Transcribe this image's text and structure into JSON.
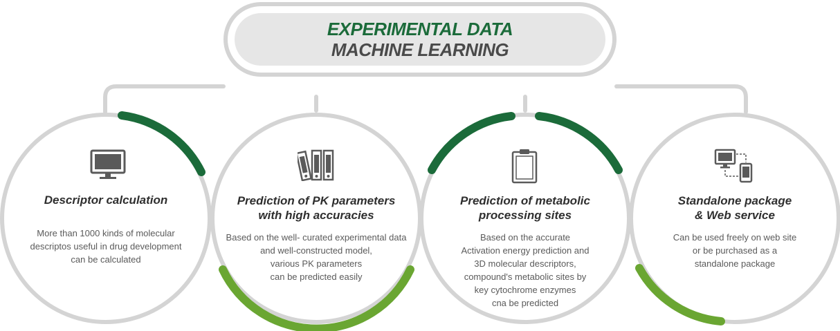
{
  "header": {
    "line1": "EXPERIMENTAL DATA",
    "line2": "MACHINE LEARNING"
  },
  "colors": {
    "dark_green": "#1b6b3a",
    "light_green": "#6aa632",
    "gray_ring": "#d4d4d4",
    "header_fill": "#e6e6e6",
    "icon_gray": "#5a5a5a"
  },
  "cards": [
    {
      "icon": "monitor-icon",
      "title": "Descriptor calculation",
      "description": "More than 1000 kinds of molecular\ndescriptos useful in drug development\ncan be calculated"
    },
    {
      "icon": "binders-icon",
      "title": "Prediction of PK parameters\nwith high accuracies",
      "description": "Based on the well- curated experimental data\nand well-constructed model,\nvarious PK parameters\ncan be predicted easily"
    },
    {
      "icon": "clipboard-icon",
      "title": "Prediction of metabolic\nprocessing sites",
      "description": "Based on the accurate\nActivation energy prediction and\n3D molecular descriptors,\ncompound's metabolic sites by\nkey cytochrome enzymes\ncna be predicted"
    },
    {
      "icon": "computer-mobile-icon",
      "title": "Standalone package\n& Web service",
      "description": "Can be used freely on web site\nor be purchased as a\nstandalone package"
    }
  ]
}
